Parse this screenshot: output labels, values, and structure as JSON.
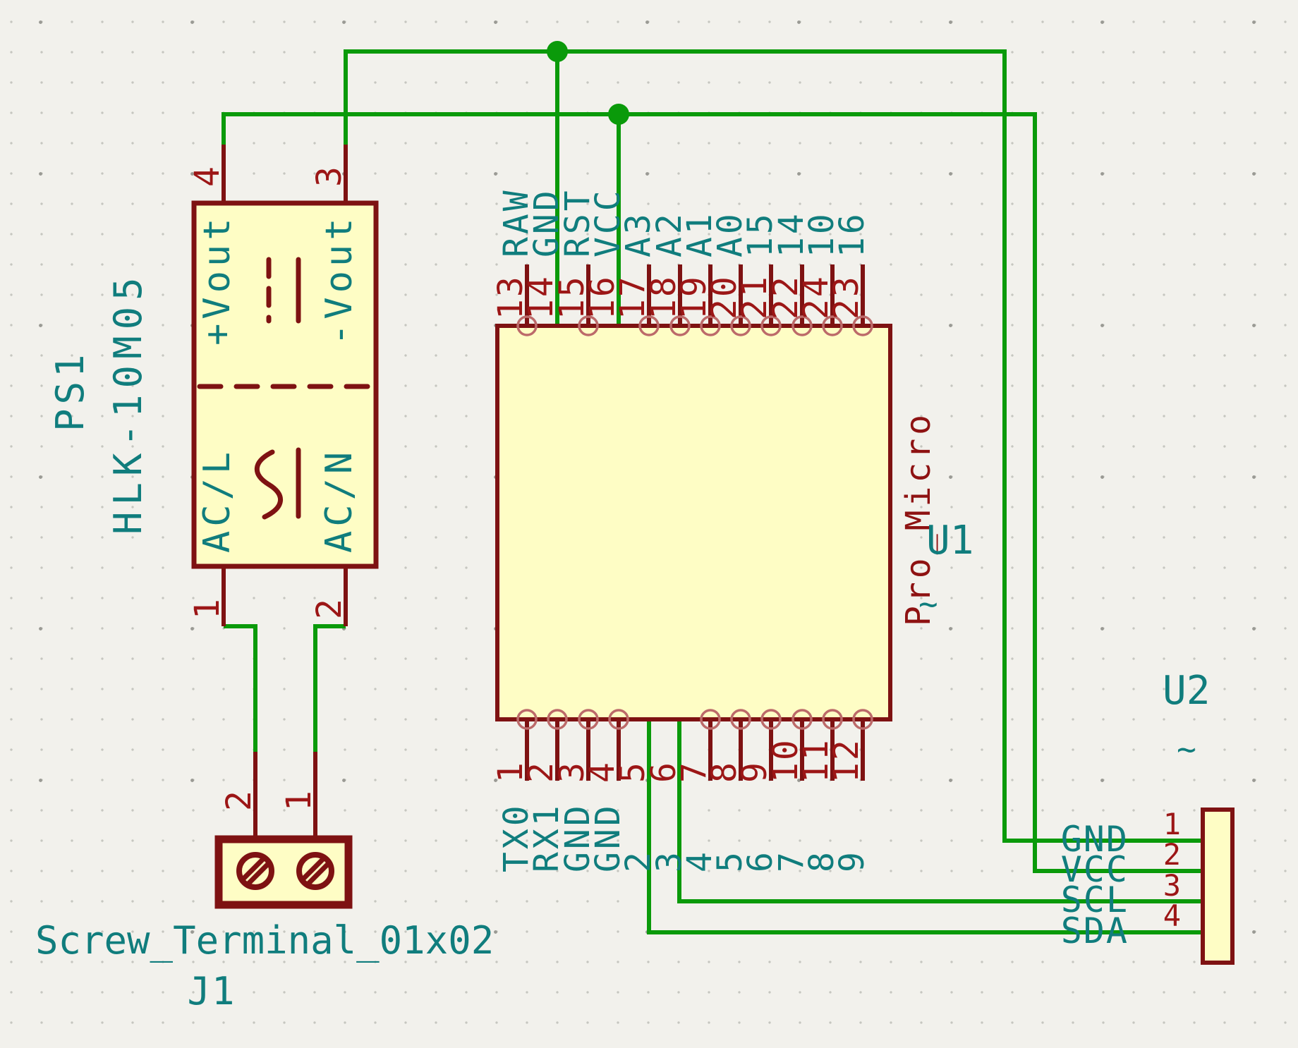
{
  "canvas": {
    "background_color": "#F2F1EC",
    "grid_dot_color": "#C6C6C0"
  },
  "colors": {
    "wire_green": "#0A9A0A",
    "outline_maroon": "#7E1212",
    "pin_number_red": "#9C1616",
    "field_teal": "#107D7D",
    "body_fill_yellow": "#FEFDC5",
    "unconnected_circle_rose": "#BC6A6A"
  },
  "ps1": {
    "reference": "PS1",
    "value": "HLK-10M05",
    "pins": {
      "p4": {
        "num": "4",
        "name": "+Vout"
      },
      "p3": {
        "num": "3",
        "name": "-Vout"
      },
      "p1": {
        "num": "1",
        "name": "AC/L"
      },
      "p2": {
        "num": "2",
        "name": "AC/N"
      }
    }
  },
  "u1": {
    "reference": "U1",
    "value": "~",
    "name": "Pro_Micro",
    "pins_top": [
      {
        "num": "13",
        "name": "RAW"
      },
      {
        "num": "14",
        "name": "GND"
      },
      {
        "num": "15",
        "name": "RST"
      },
      {
        "num": "16",
        "name": "VCC"
      },
      {
        "num": "17",
        "name": "A3"
      },
      {
        "num": "18",
        "name": "A2"
      },
      {
        "num": "19",
        "name": "A1"
      },
      {
        "num": "20",
        "name": "A0"
      },
      {
        "num": "21",
        "name": "15"
      },
      {
        "num": "22",
        "name": "14"
      },
      {
        "num": "24",
        "name": "10"
      },
      {
        "num": "23",
        "name": "16"
      }
    ],
    "pins_bottom": [
      {
        "num": "1",
        "name": "TX0"
      },
      {
        "num": "2",
        "name": "RX1"
      },
      {
        "num": "3",
        "name": "GND"
      },
      {
        "num": "4",
        "name": "GND"
      },
      {
        "num": "5",
        "name": "2"
      },
      {
        "num": "6",
        "name": "3"
      },
      {
        "num": "7",
        "name": "4"
      },
      {
        "num": "8",
        "name": "5"
      },
      {
        "num": "9",
        "name": "6"
      },
      {
        "num": "10",
        "name": "7"
      },
      {
        "num": "11",
        "name": "8"
      },
      {
        "num": "12",
        "name": "9"
      }
    ]
  },
  "u2": {
    "reference": "U2",
    "value": "~",
    "pins": [
      {
        "num": "1",
        "name": "GND"
      },
      {
        "num": "2",
        "name": "VCC"
      },
      {
        "num": "3",
        "name": "SCL"
      },
      {
        "num": "4",
        "name": "SDA"
      }
    ]
  },
  "j1": {
    "reference": "J1",
    "value": "Screw_Terminal_01x02",
    "pins": [
      {
        "num": "1"
      },
      {
        "num": "2"
      }
    ]
  }
}
